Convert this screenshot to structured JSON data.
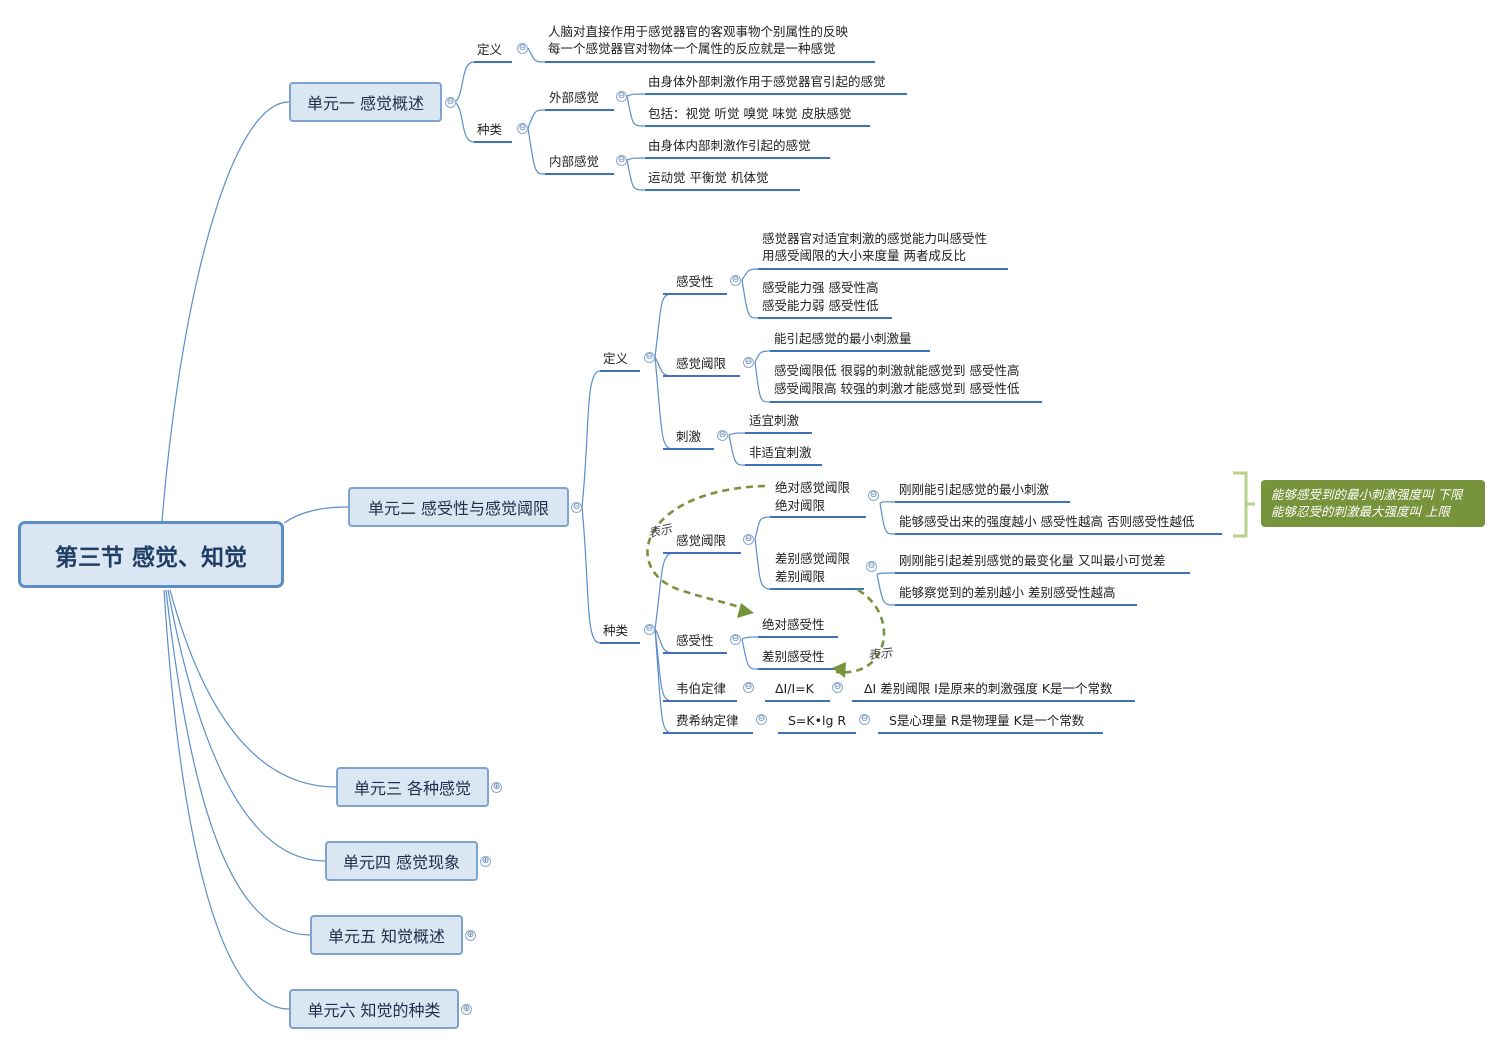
{
  "root": {
    "title": "第三节 感觉、知觉"
  },
  "units": {
    "u1": "单元一 感觉概述",
    "u2": "单元二 感受性与感觉阈限",
    "u3": "单元三 各种感觉",
    "u4": "单元四 感觉现象",
    "u5": "单元五 知觉概述",
    "u6": "单元六 知觉的种类"
  },
  "u1": {
    "def": {
      "label": "定义",
      "lines": [
        "人脑对直接作用于感觉器官的客观事物个别属性的反映",
        "每一个感觉器官对物体一个属性的反应就是一种感觉"
      ]
    },
    "types": {
      "label": "种类",
      "external": {
        "label": "外部感觉",
        "items": [
          "由身体外部刺激作用于感觉器官引起的感觉",
          "包括：视觉 听觉 嗅觉 味觉 皮肤感觉"
        ]
      },
      "internal": {
        "label": "内部感觉",
        "items": [
          "由身体内部刺激作引起的感觉",
          "运动觉 平衡觉 机体觉"
        ]
      }
    }
  },
  "u2": {
    "def": {
      "label": "定义",
      "sensitivity": {
        "label": "感受性",
        "items": [
          [
            "感觉器官对适宜刺激的感觉能力叫感受性",
            "用感受阈限的大小来度量 两者成反比"
          ],
          [
            "感受能力强 感受性高",
            "感受能力弱 感受性低"
          ]
        ]
      },
      "threshold": {
        "label": "感觉阈限",
        "items": [
          [
            "能引起感觉的最小刺激量"
          ],
          [
            "感受阈限低 很弱的刺激就能感觉到 感受性高",
            "感受阈限高 较强的刺激才能感觉到 感受性低"
          ]
        ]
      },
      "stimulus": {
        "label": "刺激",
        "items": [
          "适宜刺激",
          "非适宜刺激"
        ]
      }
    },
    "types": {
      "label": "种类",
      "threshold": {
        "label": "感觉阈限",
        "absolute": {
          "label": [
            "绝对感觉阈限",
            "绝对阈限"
          ],
          "items": [
            "刚刚能引起感觉的最小刺激",
            "能够感受出来的强度越小 感受性越高  否则感受性越低"
          ]
        },
        "difference": {
          "label": [
            "差别感觉阈限",
            "差别阈限"
          ],
          "items": [
            "刚刚能引起差别感觉的最变化量 又叫最小可觉差",
            "能够察觉到的差别越小 差别感受性越高"
          ]
        }
      },
      "sensitivity": {
        "label": "感受性",
        "items": [
          "绝对感受性",
          "差别感受性"
        ]
      },
      "weber": {
        "label": "韦伯定律",
        "formula": "ΔI/I=K",
        "note": "ΔI 差别阈限 I是原来的刺激强度 K是一个常数"
      },
      "fechner": {
        "label": "费希纳定律",
        "formula": "S=K•lg R",
        "note": "S是心理量 R是物理量 K是一个常数"
      },
      "relation_label": "表示",
      "callout": [
        "能够感受到的最小刺激强度叫 下限",
        "能够忍受的刺激最大强度叫 上限"
      ]
    }
  },
  "toggles": {
    "collapse": "⊖",
    "expand": "⊕"
  },
  "colors": {
    "edge": "#5b8ec9",
    "underline": "#3f72b8",
    "node_fill": "#dbe6f3",
    "callout": "#77933c",
    "relation": "#77933c"
  }
}
